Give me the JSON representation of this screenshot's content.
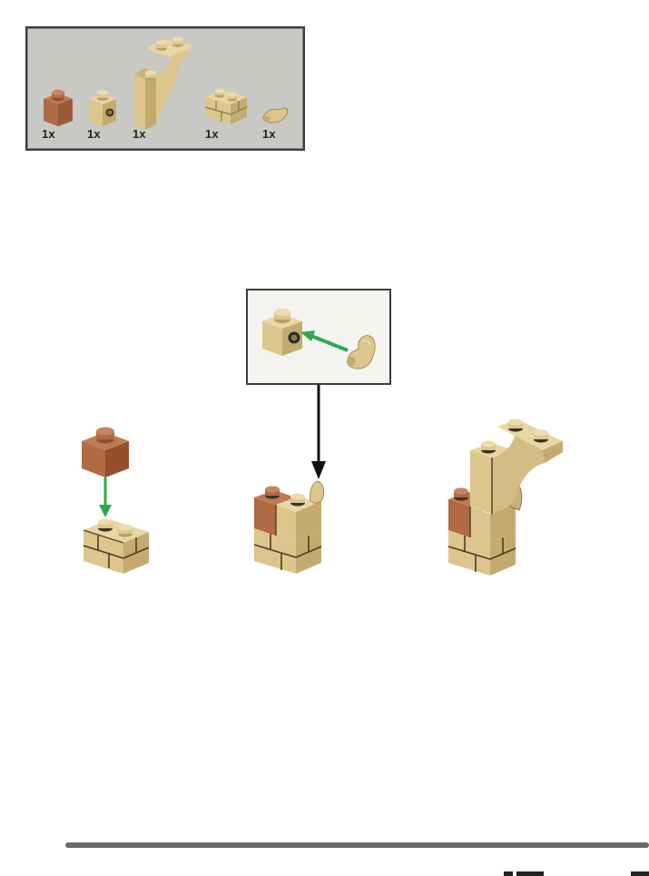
{
  "parts_list": {
    "items": [
      {
        "part": "brick-1x1-reddish-brown",
        "quantity": "1x",
        "color": "#b06a45"
      },
      {
        "part": "brick-1x1-tan-with-side-stud-hole",
        "quantity": "1x",
        "color": "#dcc68e"
      },
      {
        "part": "arch-tan",
        "quantity": "1x",
        "color": "#dcc68e"
      },
      {
        "part": "brick-1x2-masonry-tan",
        "quantity": "1x",
        "color": "#dcc68e"
      },
      {
        "part": "horn-tan",
        "quantity": "1x",
        "color": "#dcc68e"
      }
    ]
  },
  "colors": {
    "tan": "#dcc68e",
    "tan_shadow": "#b89f63",
    "reddish_brown": "#b06a45",
    "arrow_green": "#2fa84f",
    "arrow_black": "#111111",
    "parts_bg": "#c8c8c5",
    "callout_bg": "#f3f3ef"
  },
  "steps": [
    {
      "id": "step-1",
      "arrow": "green-down"
    },
    {
      "id": "step-2",
      "callout": "attach-horn-to-side-stud",
      "arrow": "black-down"
    },
    {
      "id": "step-3",
      "arrow": "none"
    }
  ]
}
